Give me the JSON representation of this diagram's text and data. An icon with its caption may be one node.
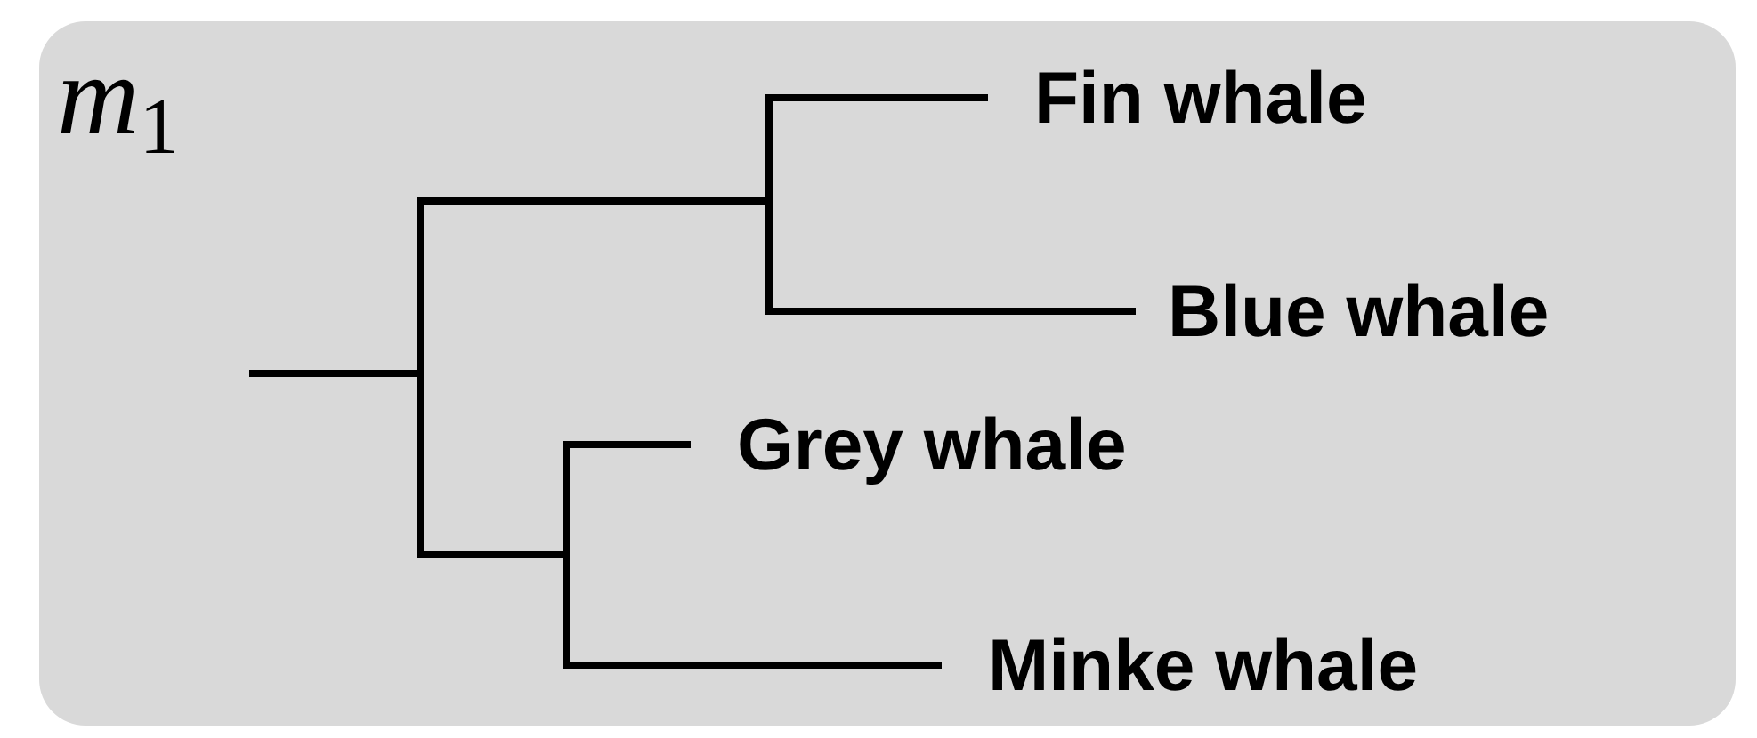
{
  "diagram": {
    "nodes": [
      {
        "text": [
          "m$_{1}$"
        ]
      },
      {
        "text": [
          "Fin whale"
        ],
        "in": 0
      },
      {
        "text": [
          "Blue whale"
        ],
        "in": 0
      },
      {
        "text": [
          "Grey whale"
        ],
        "in": 0
      },
      {
        "text": [
          "Minke whale"
        ],
        "in": 0
      }
    ],
    "edges": [
      {
        "from": null,
        "to": 1,
        "arrow": "none"
      },
      {
        "from": null,
        "to": 2,
        "arrow": "none"
      },
      {
        "from": null,
        "to": 3,
        "arrow": "none"
      },
      {
        "from": null,
        "to": 4,
        "arrow": "none"
      }
    ]
  }
}
